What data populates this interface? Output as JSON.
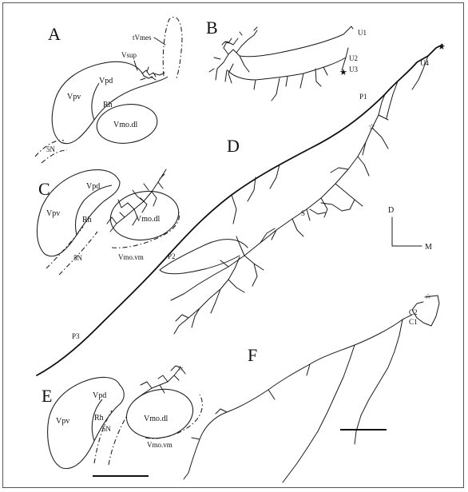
{
  "panels": {
    "a": {
      "letter": "A",
      "labels": {
        "tvmes": "tVmes",
        "vsup": "Vsup",
        "vpd": "Vpd",
        "vpv": "Vpv",
        "rh": "Rh",
        "vmo_dl": "Vmo.dl",
        "n5": "5N"
      }
    },
    "b": {
      "letter": "B",
      "labels": {
        "u1": "U1",
        "u2": "U2",
        "u3": "U3"
      }
    },
    "c": {
      "letter": "C",
      "labels": {
        "vpd": "Vpd",
        "vpv": "Vpv",
        "rh": "Rh",
        "vmo_dl": "Vmo.dl",
        "n5": "5N",
        "vmo_vm": "Vmo.vm"
      }
    },
    "d": {
      "letter": "D",
      "labels": {
        "u4": "U4",
        "p1": "P1",
        "p2": "P2",
        "p3": "P3",
        "s": "S"
      }
    },
    "e": {
      "letter": "E",
      "labels": {
        "vpd": "Vpd",
        "vpv": "Vpv",
        "rh": "Rh",
        "n5": "5N",
        "vmo_dl": "Vmo.dl",
        "vmo_vm": "Vmo.vm"
      }
    },
    "f": {
      "letter": "F",
      "labels": {
        "c1": "C1",
        "c2": "C2"
      }
    }
  },
  "orientation": {
    "dorsal": "D",
    "medial": "M"
  }
}
